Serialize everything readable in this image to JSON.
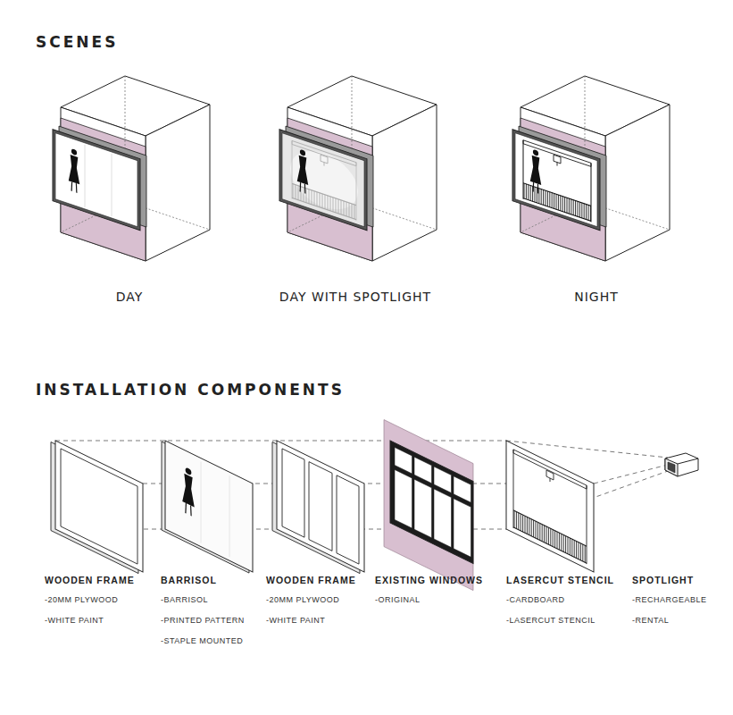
{
  "diagram": {
    "labels": [
      "SCENES",
      "DAY",
      "DAY WITH SPOTLIGHT",
      "NIGHT",
      "INSTALLATION COMPONENTS",
      "WOODEN FRAME",
      "-20MM PLYWOOD",
      "-WHITE PAINT",
      "BARRISOL",
      "-BARRISOL",
      "-PRINTED PATTERN",
      "-STAPLE MOUNTED",
      "WOODEN FRAME",
      "-20MM PLYWOOD",
      "-WHITE PAINT",
      "EXISTING WINDOWS",
      "-ORIGINAL",
      "LASERCUT STENCIL",
      "-CARDBOARD",
      "-LASERCUT STENCIL",
      "SPOTLIGHT",
      "-RECHARGEABLE",
      "-RENTAL"
    ]
  }
}
